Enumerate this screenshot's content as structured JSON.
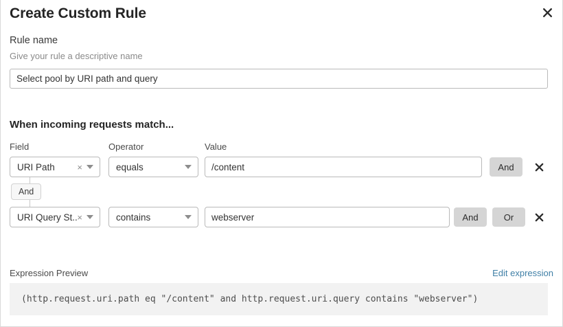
{
  "modal": {
    "title": "Create Custom Rule",
    "close_icon": "close-icon"
  },
  "rule_name": {
    "label": "Rule name",
    "help_text": "Give your rule a descriptive name",
    "value": "Select pool by URI path and query",
    "placeholder": ""
  },
  "conditions": {
    "heading": "When incoming requests match...",
    "columns": {
      "field": "Field",
      "operator": "Operator",
      "value": "Value"
    },
    "connector": {
      "label": "And"
    },
    "rows": [
      {
        "field": "URI Path",
        "operator": "equals",
        "value": "/content",
        "clear_icon": "×",
        "logic_buttons": [
          "And"
        ],
        "delete_icon": "delete-icon"
      },
      {
        "field": "URI Query St...",
        "operator": "contains",
        "value": "webserver",
        "clear_icon": "×",
        "logic_buttons": [
          "And",
          "Or"
        ],
        "delete_icon": "delete-icon"
      }
    ]
  },
  "expression_preview": {
    "label": "Expression Preview",
    "edit_link": "Edit expression",
    "code": "(http.request.uri.path eq \"/content\" and http.request.uri.query contains \"webserver\")"
  },
  "colors": {
    "link": "#3f7fa6",
    "logic_button_bg": "#d5d5d5",
    "code_bg": "#f2f2f2",
    "border": "#b9b9b9"
  }
}
